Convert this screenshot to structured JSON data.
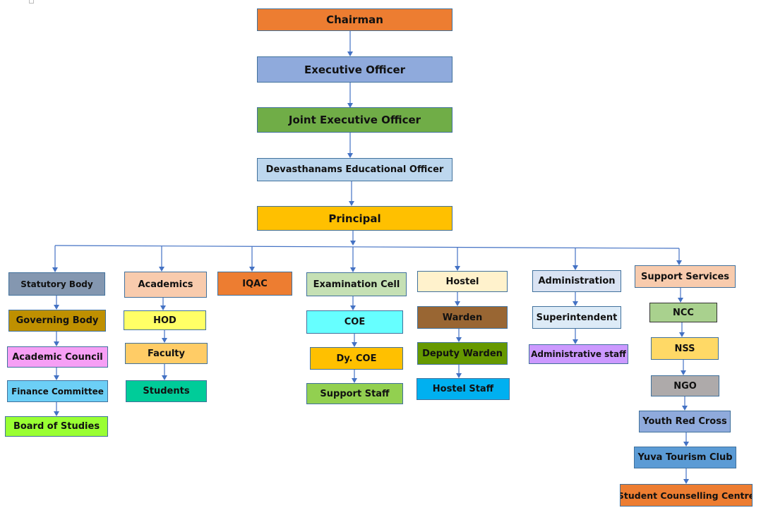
{
  "top_chain": {
    "chairman": "Chairman",
    "executive_officer": "Executive Officer",
    "joint_executive_officer": "Joint Executive Officer",
    "educational_officer": "Devasthanams Educational Officer",
    "principal": "Principal"
  },
  "statutory": {
    "head": "Statutory Body",
    "items": [
      "Governing Body",
      "Academic Council",
      "Finance Committee",
      "Board of Studies"
    ]
  },
  "academics": {
    "head": "Academics",
    "items": [
      "HOD",
      "Faculty",
      "Students"
    ]
  },
  "iqac": {
    "head": "IQAC"
  },
  "examination": {
    "head": "Examination Cell",
    "items": [
      "COE",
      "Dy. COE",
      "Support Staff"
    ]
  },
  "hostel": {
    "head": "Hostel",
    "items": [
      "Warden",
      "Deputy Warden",
      "Hostel Staff"
    ]
  },
  "administration": {
    "head": "Administration",
    "items": [
      "Superintendent",
      "Administrative staff"
    ]
  },
  "support": {
    "head": "Support Services",
    "items": [
      "NCC",
      "NSS",
      "NGO",
      "Youth Red Cross",
      "Yuva Tourism Club",
      "Student Counselling Centre"
    ]
  },
  "colors": {
    "connector": "#4472c4",
    "chairman": "#ed7d31",
    "executive_officer": "#8faadc",
    "joint_executive_officer": "#70ad47",
    "educational_officer": "#bdd7ee",
    "principal": "#ffc000"
  }
}
